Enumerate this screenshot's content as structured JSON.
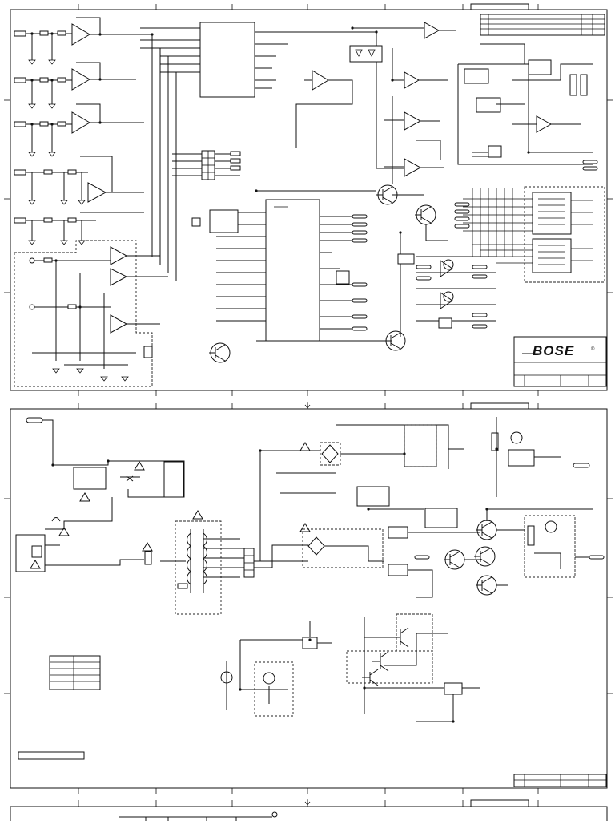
{
  "logo": {
    "brand": "BOSE",
    "mark": "®"
  },
  "sheets": [
    "sheet-1-signal",
    "sheet-2-power",
    "sheet-3-partial"
  ]
}
